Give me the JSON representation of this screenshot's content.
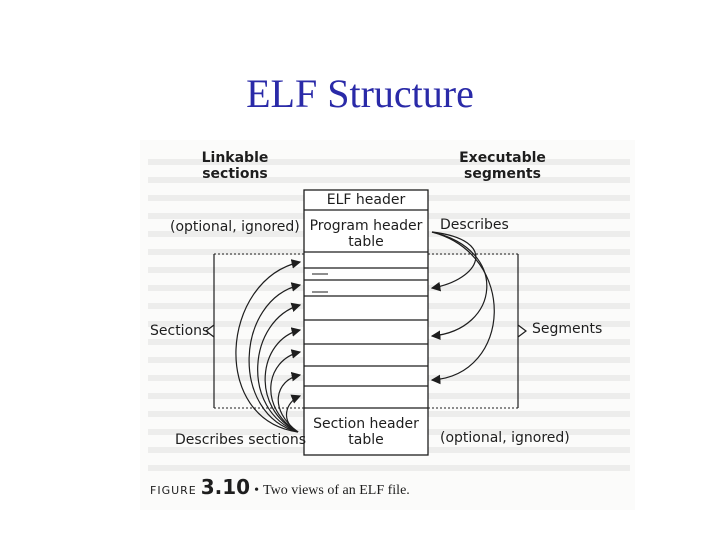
{
  "slide": {
    "title": "ELF Structure"
  },
  "diagram": {
    "left_heading": "Linkable\nsections",
    "right_heading": "Executable\nsegments",
    "elf_header": "ELF header",
    "program_header_table": "Program header\ntable",
    "section_header_table": "Section header\ntable",
    "left_optional": "(optional, ignored)",
    "right_describes": "Describes",
    "sections_label": "Sections",
    "segments_label": "Segments",
    "describes_sections": "Describes sections",
    "right_optional": "(optional, ignored)"
  },
  "caption": {
    "label": "FIGURE",
    "number": "3.10",
    "bullet": "•",
    "text": "Two views of an ELF file."
  }
}
